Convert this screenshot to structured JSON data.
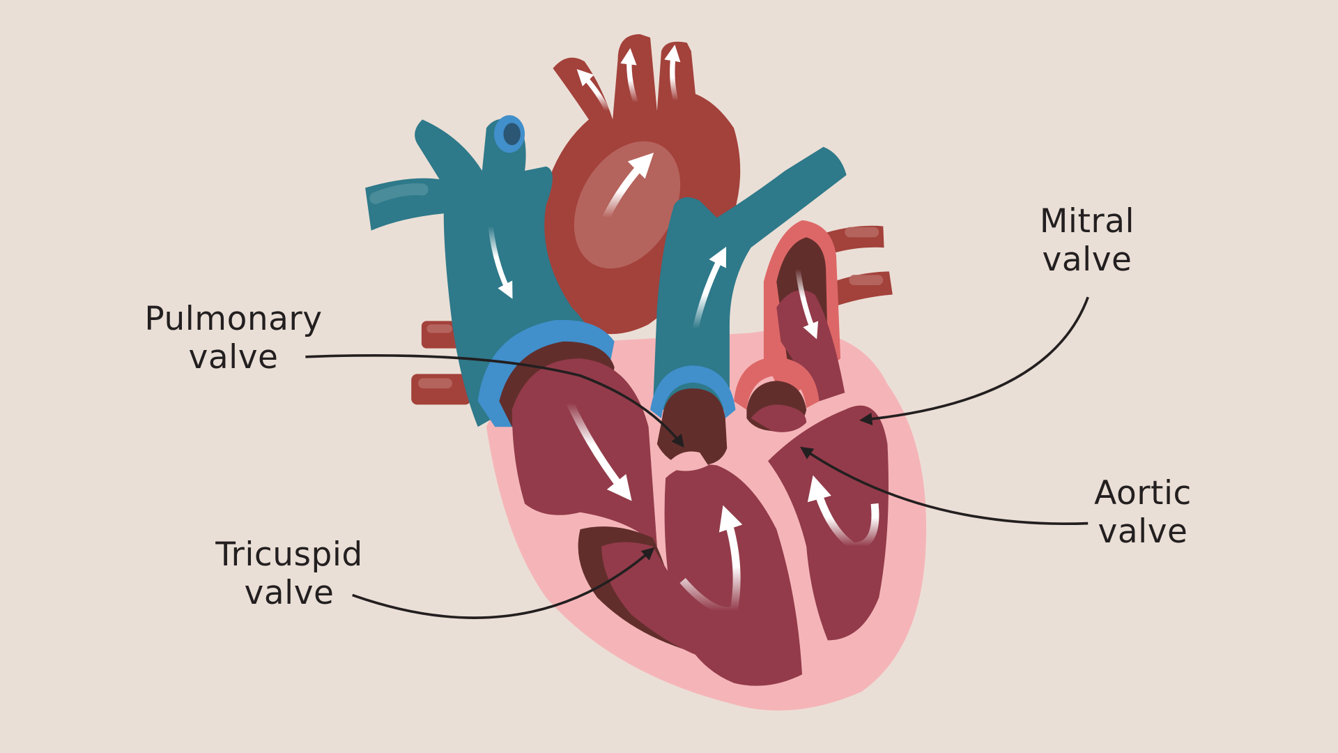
{
  "title": "Heart valves diagram",
  "colors": {
    "background": "#EADFD6",
    "muscle_pink": "#F5B5B8",
    "chamber": "#933B4A",
    "chamber_shadow": "#622E2C",
    "artery_red": "#A3413B",
    "artery_highlight": "#B5635D",
    "vein_teal": "#2E798A",
    "vein_teal_dark": "#065F73",
    "vein_blue_ring": "#418FCB",
    "aortic_ring": "#DD6767",
    "arrow_white": "#FFFFFF",
    "leader_line": "#231F20",
    "text": "#231F20"
  },
  "labels": {
    "pulmonary": {
      "line1": "Pulmonary",
      "line2": "valve"
    },
    "mitral": {
      "line1": "Mitral",
      "line2": "valve"
    },
    "aortic": {
      "line1": "Aortic",
      "line2": "valve"
    },
    "tricuspid": {
      "line1": "Tricuspid",
      "line2": "valve"
    }
  }
}
